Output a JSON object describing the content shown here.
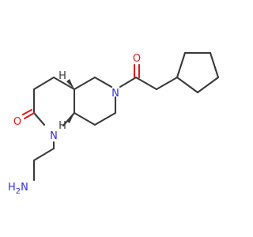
{
  "atoms": {
    "n_amide_chain": "N",
    "n_ring": "N",
    "o_lactam": "O",
    "o_acyl": "O",
    "h_stereo_top": "H",
    "h_stereo_bottom": "H",
    "nh2_prefix": "H",
    "nh2_suffix": "N",
    "nh2_subscript": "2"
  },
  "colors": {
    "bond": "#3a3a3a",
    "nitrogen": "#2f2fe0",
    "oxygen": "#e01a1a",
    "background": "#ffffff"
  }
}
